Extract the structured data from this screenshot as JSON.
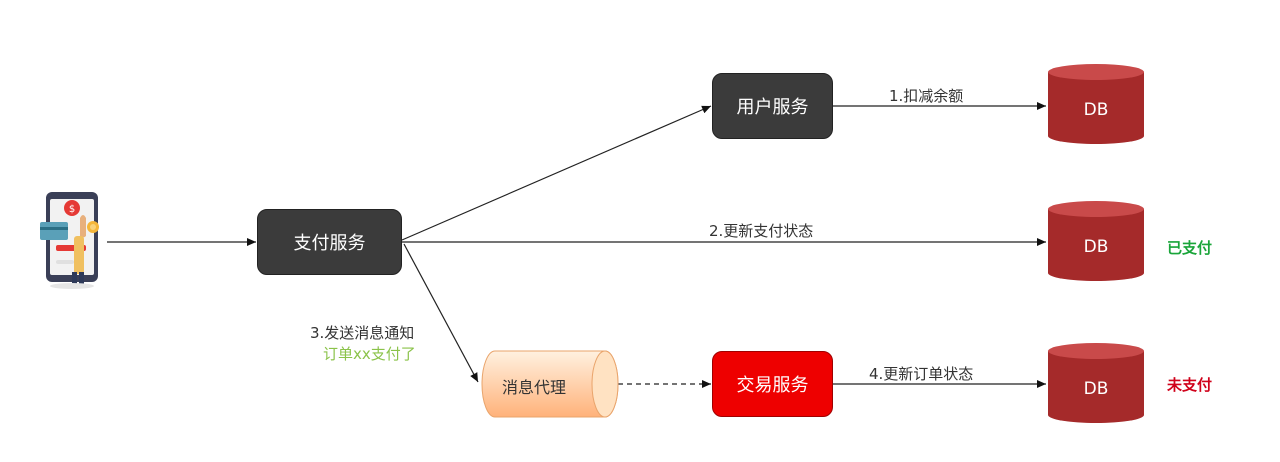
{
  "services": {
    "pay": "支付服务",
    "user": "用户服务",
    "trade": "交易服务"
  },
  "broker": {
    "label": "消息代理"
  },
  "databases": {
    "user_db": "DB",
    "pay_db": "DB",
    "trade_db": "DB"
  },
  "edges": {
    "deduct": "1.扣减余额",
    "update_pay": "2.更新支付状态",
    "send_msg": "3.发送消息通知",
    "send_msg_detail": "订单xx支付了",
    "update_order": "4.更新订单状态"
  },
  "status": {
    "paid": "已支付",
    "unpaid": "未支付"
  },
  "colors": {
    "service_dark": "#3b3b3b",
    "service_red": "#ee0000",
    "db_red": "#a52a2a",
    "paid_green": "#1aa53a",
    "unpaid_red": "#d0021b",
    "msg_green": "#8bc34a"
  },
  "icons": {
    "client": "mobile-payment-icon"
  }
}
